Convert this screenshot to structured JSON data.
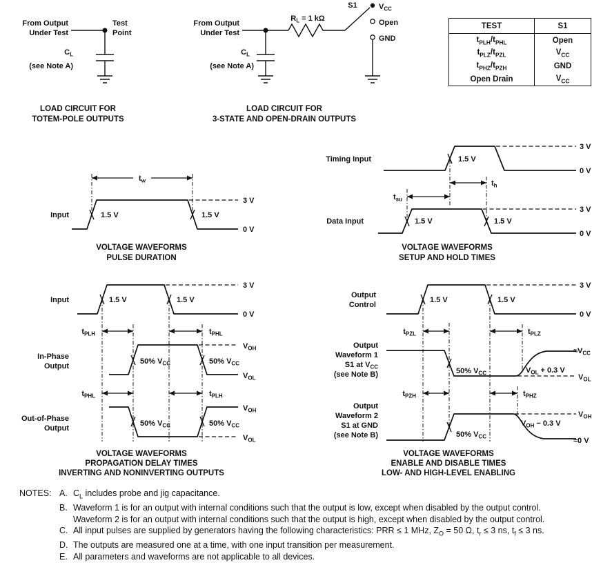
{
  "common": {
    "from_output": [
      "From Output",
      "Under Test"
    ],
    "see_note_a": "(see Note A)",
    "cl": [
      "C",
      "L"
    ],
    "v15": "1.5 V",
    "v3": "3 V",
    "v0": "0 V",
    "pct50": [
      "50% V",
      "CC"
    ],
    "voh": [
      "V",
      "OH"
    ],
    "vol": [
      "V",
      "OL"
    ],
    "voltage_waveforms": "VOLTAGE WAVEFORMS"
  },
  "load1": {
    "test_point": [
      "Test",
      "Point"
    ],
    "caption": [
      "LOAD CIRCUIT FOR",
      "TOTEM-POLE OUTPUTS"
    ]
  },
  "load2": {
    "rl": [
      "R",
      "L",
      " = 1 kΩ"
    ],
    "s1": "S1",
    "vcc": [
      "V",
      "CC"
    ],
    "open": "Open",
    "gnd": "GND",
    "caption": [
      "LOAD CIRCUIT FOR",
      "3-STATE AND OPEN-DRAIN OUTPUTS"
    ]
  },
  "table": {
    "col_test": "TEST",
    "col_s1": "S1",
    "rows": [
      {
        "test": [
          "t",
          "PLH",
          "/t",
          "PHL"
        ],
        "s1": [
          "Open"
        ]
      },
      {
        "test": [
          "t",
          "PLZ",
          "/t",
          "PZL"
        ],
        "s1": [
          "V",
          "CC"
        ]
      },
      {
        "test": [
          "t",
          "PHZ",
          "/t",
          "PZH"
        ],
        "s1": [
          "GND"
        ]
      },
      {
        "test": [
          "Open Drain"
        ],
        "s1": [
          "V",
          "CC"
        ]
      }
    ]
  },
  "pulse": {
    "input": "Input",
    "tw": [
      "t",
      "w"
    ],
    "caption2": "PULSE DURATION"
  },
  "setup": {
    "timing_input": "Timing Input",
    "data_input": "Data Input",
    "tsu": [
      "t",
      "su"
    ],
    "th": [
      "t",
      "h"
    ],
    "caption2": "SETUP AND HOLD TIMES"
  },
  "prop": {
    "input": "Input",
    "in_phase": [
      "In-Phase",
      "Output"
    ],
    "out_phase": [
      "Out-of-Phase",
      "Output"
    ],
    "tplh": [
      "t",
      "PLH"
    ],
    "tphl": [
      "t",
      "PHL"
    ],
    "caption2": "PROPAGATION DELAY TIMES",
    "caption3": "INVERTING AND NONINVERTING OUTPUTS"
  },
  "enable": {
    "output_control": [
      "Output",
      "Control"
    ],
    "wf1": [
      [
        "Output"
      ],
      [
        "Waveform 1"
      ],
      [
        "S1 at V",
        "CC"
      ],
      [
        "(see Note B)"
      ]
    ],
    "wf2": [
      [
        "Output"
      ],
      [
        "Waveform 2"
      ],
      [
        "S1 at GND"
      ],
      [
        "(see Note B)"
      ]
    ],
    "tpzl": [
      "t",
      "PZL"
    ],
    "tplz": [
      "t",
      "PLZ"
    ],
    "tpzh": [
      "t",
      "PZH"
    ],
    "tphz": [
      "t",
      "PHZ"
    ],
    "approx_vcc": [
      "≈V",
      "CC"
    ],
    "vol_03": [
      "V",
      "OL",
      " + 0.3 V"
    ],
    "voh_03": [
      "V",
      "OH",
      " − 0.3 V"
    ],
    "approx_0": "≈0 V",
    "caption2": "ENABLE AND DISABLE TIMES",
    "caption3": "LOW- AND HIGH-LEVEL ENABLING"
  },
  "notes": {
    "title": "NOTES:",
    "items": [
      {
        "letter": "A.",
        "lines": [
          [
            "C",
            "L",
            " includes probe and jig capacitance."
          ]
        ]
      },
      {
        "letter": "B.",
        "lines": [
          [
            "Waveform 1 is for an output with internal conditions such that the output is low, except when disabled by the output control."
          ],
          [
            "Waveform 2 is for an output with internal conditions such that the output is high, except when disabled by the output control."
          ]
        ]
      },
      {
        "letter": "C.",
        "lines": [
          [
            "All input pulses are supplied by generators having the following characteristics:  PRR ≤ 1 MHz, Z",
            "O",
            " = 50 Ω, t",
            "r",
            " ≤ 3 ns, t",
            "f",
            " ≤ 3 ns."
          ]
        ]
      },
      {
        "letter": "D.",
        "lines": [
          [
            "The outputs are measured one at a time, with one input transition per measurement."
          ]
        ]
      },
      {
        "letter": "E.",
        "lines": [
          [
            "All parameters and waveforms are not applicable to all devices."
          ]
        ]
      }
    ]
  }
}
